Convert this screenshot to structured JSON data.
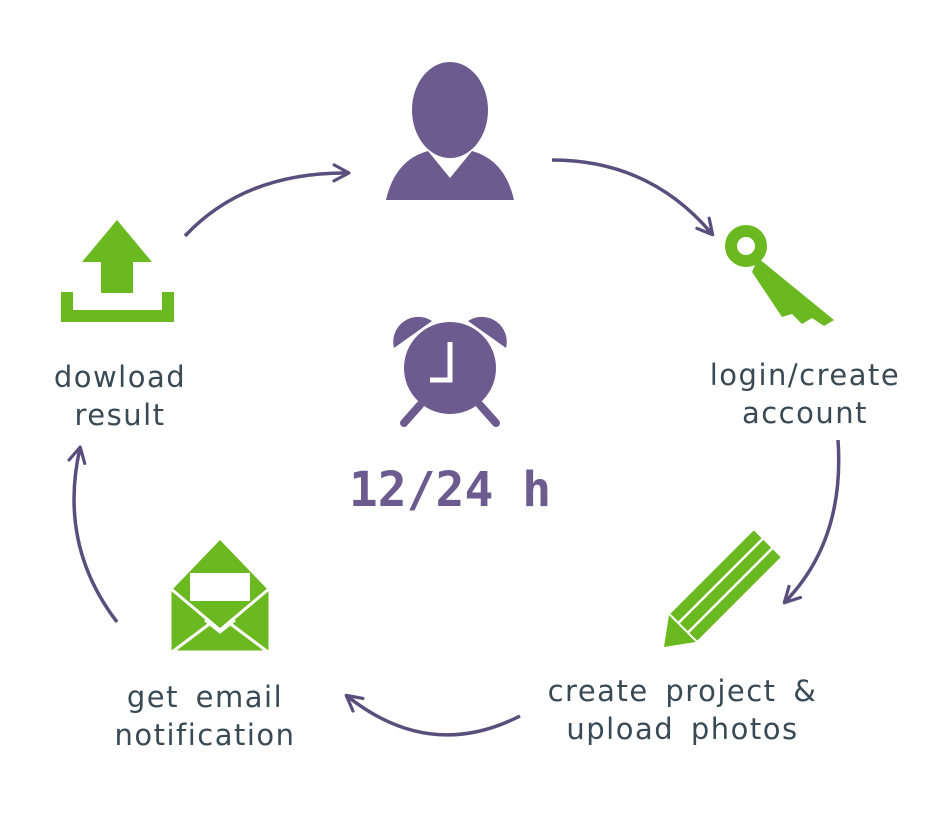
{
  "colors": {
    "purple": "#6b5b8e",
    "green": "#6bb920",
    "text": "#3a4a55",
    "arrow": "#5a4f7c"
  },
  "center": {
    "time": "12/24 h",
    "icon": "alarm-clock-icon"
  },
  "steps": [
    {
      "icon": "user-icon",
      "label": []
    },
    {
      "icon": "key-icon",
      "label": [
        "login/create",
        "account"
      ]
    },
    {
      "icon": "pencil-icon",
      "label": [
        "create project &",
        "upload photos"
      ]
    },
    {
      "icon": "envelope-icon",
      "label": [
        "get email",
        "notification"
      ]
    },
    {
      "icon": "download-icon",
      "label": [
        "dowload",
        "result"
      ]
    }
  ]
}
